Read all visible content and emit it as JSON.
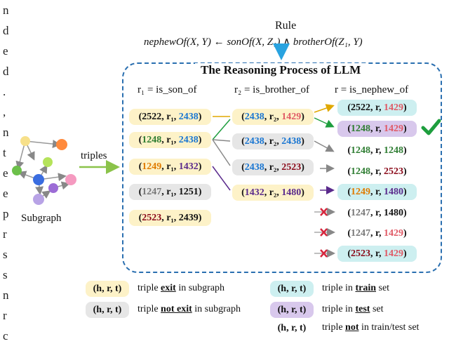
{
  "margin_text": [
    "n",
    "d",
    "e",
    "d",
    ".",
    ",",
    "n",
    "t",
    "e",
    "e",
    "p",
    "r",
    "s",
    "s",
    "n",
    "r",
    "c"
  ],
  "rule": {
    "title": "Rule",
    "formula": "nephewOf(X, Y)  ←  sonOf(X, Z₁)  ∧  brotherOf(Z₁, Y)"
  },
  "process_title": "The Reasoning Process of LLM",
  "columns": {
    "r1": "r₁ = is_son_of",
    "r2": "r₂ = is_brother_of",
    "r": "r = is_nephew_of"
  },
  "left": {
    "triples_label": "triples",
    "subgraph_label": "Subgraph"
  },
  "col1": [
    {
      "pre": "(",
      "h": "2522",
      "mid": ", r₁, ",
      "t": "2438",
      "post": ")",
      "hc": "c-black",
      "tc": "c-blue",
      "bg": "y"
    },
    {
      "pre": "(",
      "h": "1248",
      "mid": ", r₁, ",
      "t": "2438",
      "post": ")",
      "hc": "c-green",
      "tc": "c-blue",
      "bg": "y"
    },
    {
      "pre": "(",
      "h": "1249",
      "mid": ", r₁, ",
      "t": "1432",
      "post": ")",
      "hc": "c-orange",
      "tc": "c-purple",
      "bg": "y"
    },
    {
      "pre": "(",
      "h": "1247",
      "mid": ", r₁, ",
      "t": "1251",
      "post": ")",
      "hc": "c-grey",
      "tc": "c-black",
      "bg": "g"
    },
    {
      "pre": "(",
      "h": "2523",
      "mid": ", r₁, ",
      "t": "2439",
      "post": ")",
      "hc": "c-red",
      "tc": "c-black",
      "bg": "y"
    }
  ],
  "col2": [
    {
      "pre": "(",
      "h": "2438",
      "mid": ", r₂, ",
      "t": "1429",
      "post": ")",
      "hc": "c-blue",
      "tc": "c-pink",
      "bg": "y"
    },
    {
      "pre": "(",
      "h": "2438",
      "mid": ", r₂, ",
      "t": "2438",
      "post": ")",
      "hc": "c-blue",
      "tc": "c-blue",
      "bg": "g"
    },
    {
      "pre": "(",
      "h": "2438",
      "mid": ", r₂, ",
      "t": "2523",
      "post": ")",
      "hc": "c-blue",
      "tc": "c-red",
      "bg": "g"
    },
    {
      "pre": "(",
      "h": "1432",
      "mid": ", r₂, ",
      "t": "1480",
      "post": ")",
      "hc": "c-purple",
      "tc": "c-purple",
      "bg": "y"
    }
  ],
  "col3": [
    {
      "pre": "(",
      "h": "2522",
      "mid": ", r, ",
      "t": "1429",
      "post": ")",
      "hc": "c-black",
      "tc": "c-pink",
      "bg": "t"
    },
    {
      "pre": "(",
      "h": "1248",
      "mid": ", r, ",
      "t": "1429",
      "post": ")",
      "hc": "c-green",
      "tc": "c-pink",
      "bg": "p"
    },
    {
      "pre": "(",
      "h": "1248",
      "mid": ", r, ",
      "t": "1248",
      "post": ")",
      "hc": "c-green",
      "tc": "c-green",
      "bg": "n"
    },
    {
      "pre": "(",
      "h": "1248",
      "mid": ", r, ",
      "t": "2523",
      "post": ")",
      "hc": "c-green",
      "tc": "c-red",
      "bg": "n"
    },
    {
      "pre": "(",
      "h": "1249",
      "mid": ", r, ",
      "t": "1480",
      "post": ")",
      "hc": "c-orange",
      "tc": "c-purple",
      "bg": "t"
    },
    {
      "pre": "(",
      "h": "1247",
      "mid": ", r, ",
      "t": "1480",
      "post": ")",
      "hc": "c-grey",
      "tc": "c-black",
      "bg": "n"
    },
    {
      "pre": "(",
      "h": "1247",
      "mid": ", r, ",
      "t": "1429",
      "post": ")",
      "hc": "c-grey",
      "tc": "c-pink",
      "bg": "n"
    },
    {
      "pre": "(",
      "h": "2523",
      "mid": ", r, ",
      "t": "1429",
      "post": ")",
      "hc": "c-red",
      "tc": "c-pink",
      "bg": "t"
    }
  ],
  "legend": {
    "chip": "(h, r, t)",
    "exit_pre": "triple ",
    "exit_u": "exit",
    "exit_post": " in subgraph",
    "notexit_pre": "triple ",
    "notexit_u": "not exit",
    "notexit_post": " in subgraph",
    "train_pre": "triple in ",
    "train_u": "train",
    "train_post": " set",
    "test_pre": "triple in ",
    "test_u": "test",
    "test_post": " set",
    "none_pre": "triple ",
    "none_u": "not",
    "none_post": " in train/test set"
  },
  "colors": {
    "yellow": "#fdf2c8",
    "grey": "#e6e6e6",
    "teal": "#cdeff0",
    "purple": "#d8c8ec",
    "frame": "#2a6fb0",
    "check": "#1e9e3e",
    "cross": "#d7263d"
  },
  "icons": [
    "down-arrow-icon",
    "right-arrow-icon",
    "check-icon",
    "cross-icon"
  ]
}
